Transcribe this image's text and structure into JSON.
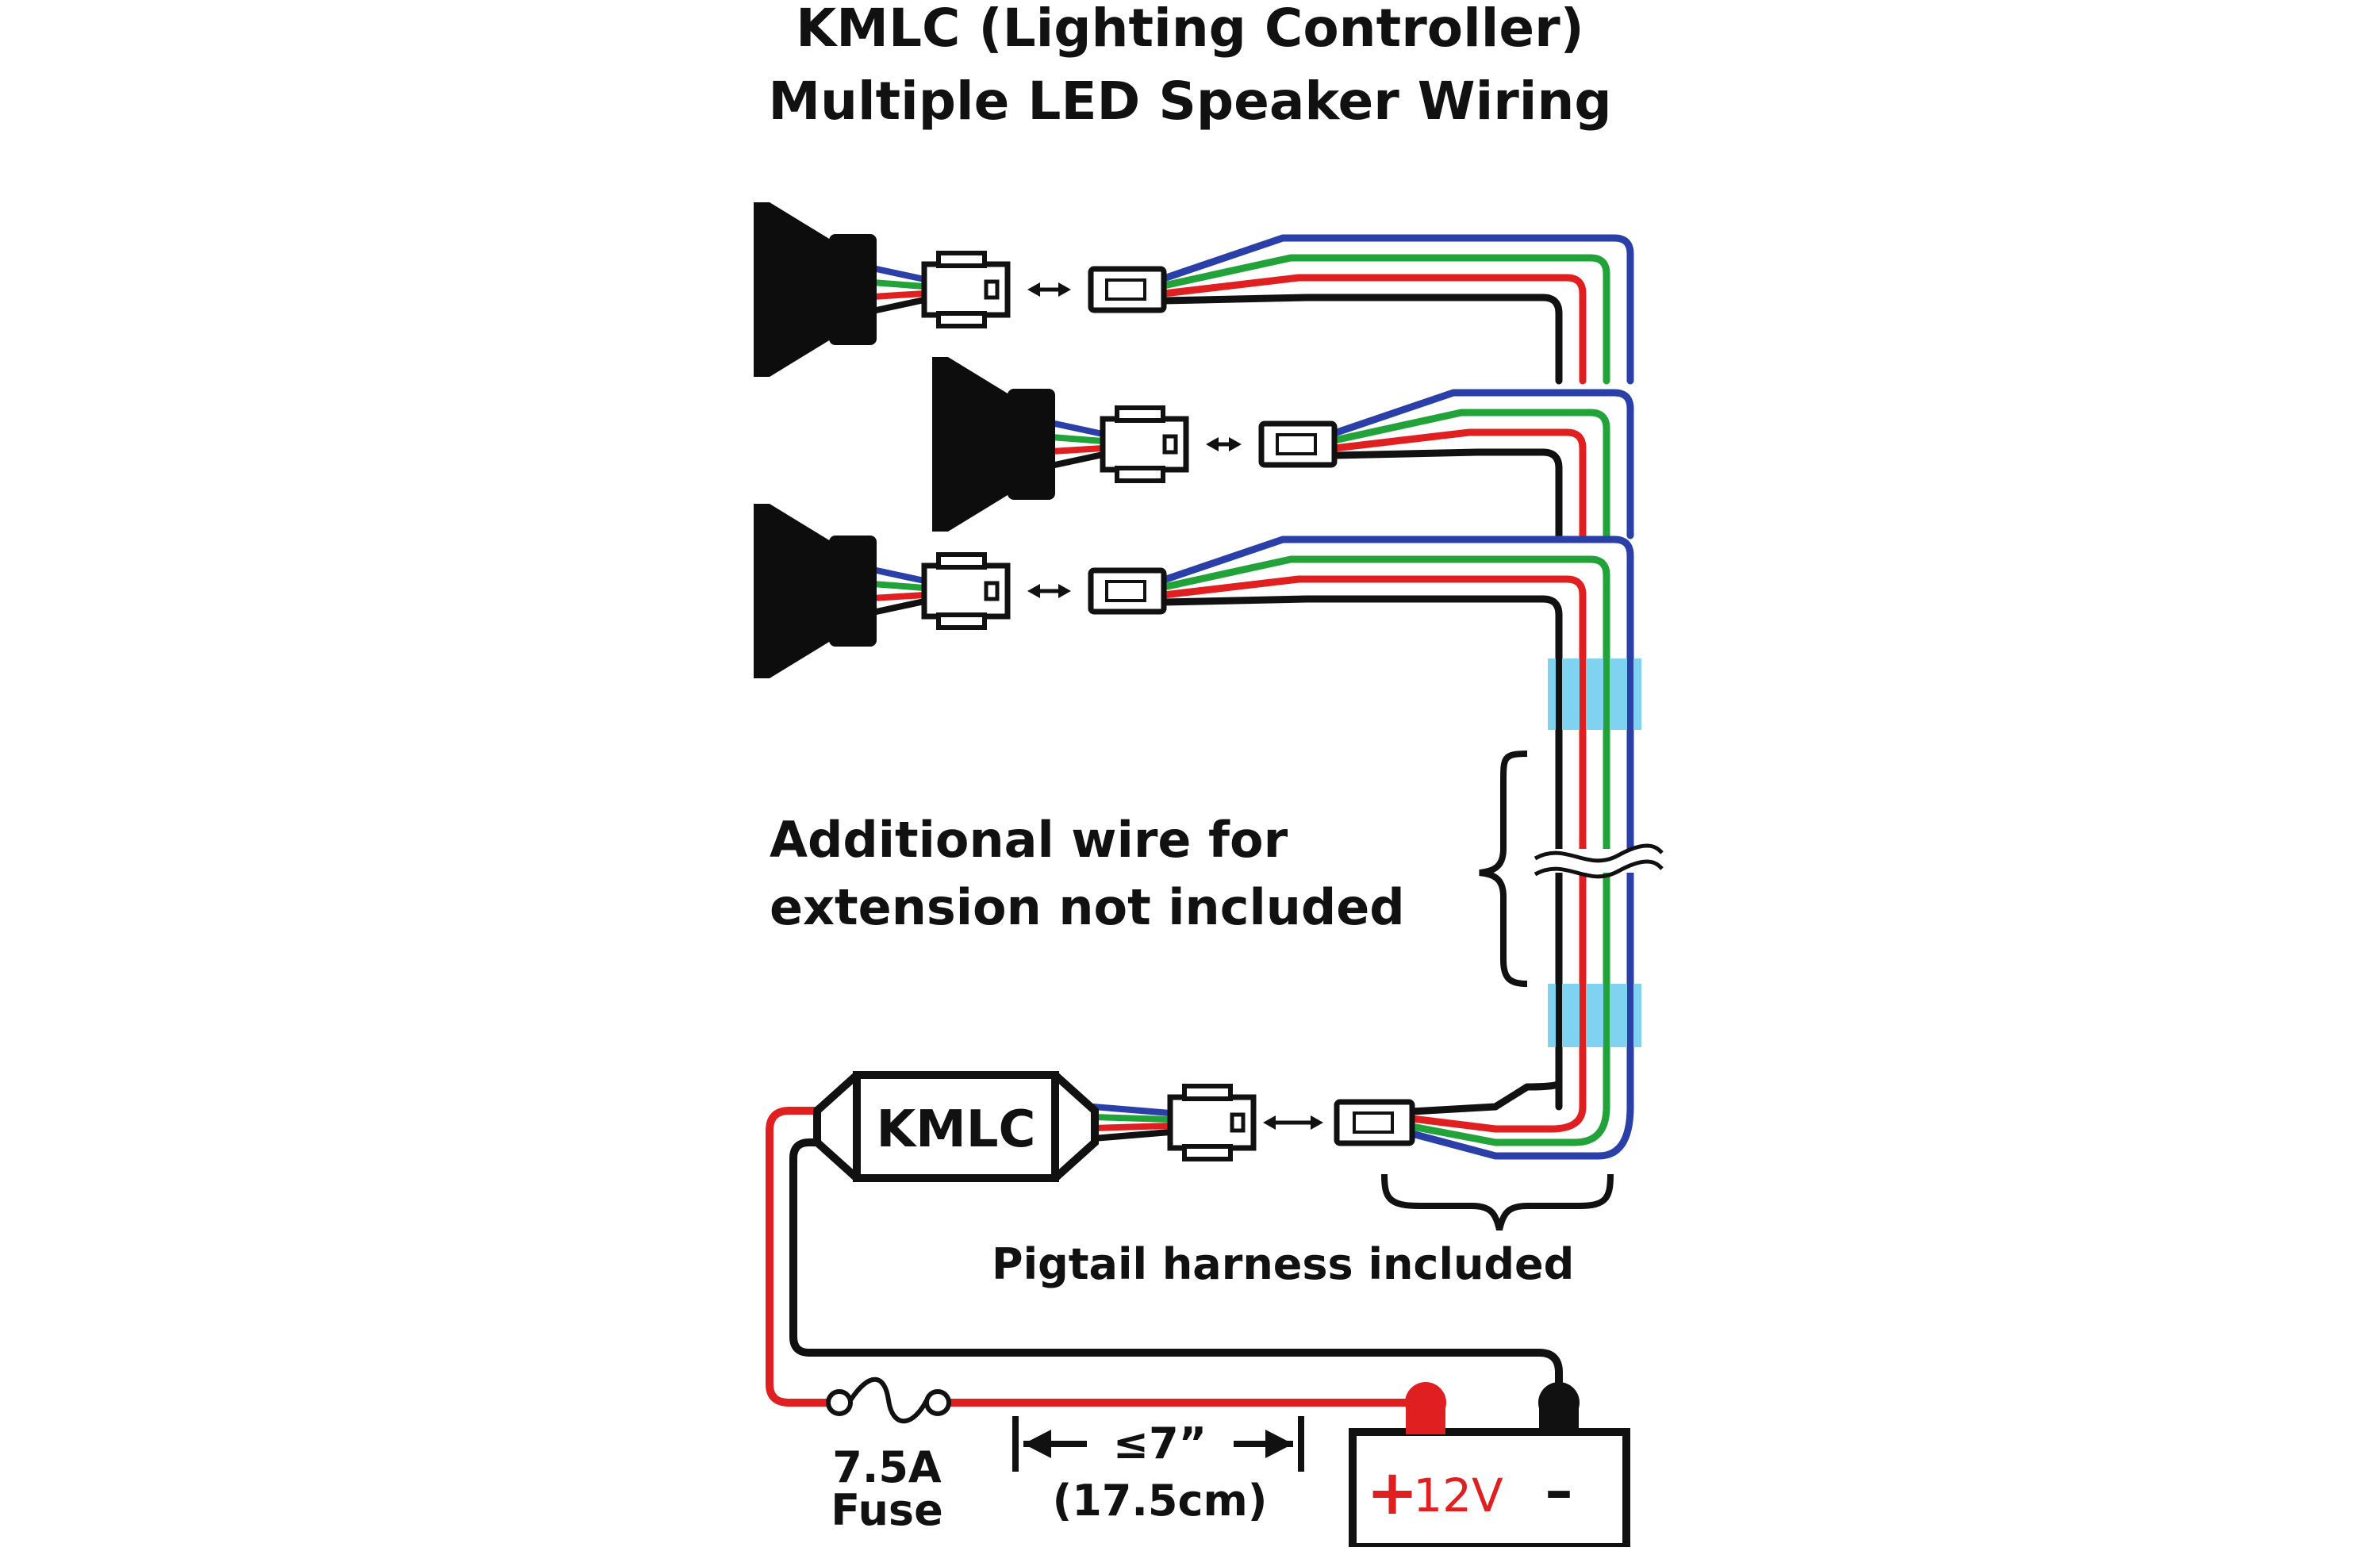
{
  "title": {
    "line1": "KMLC (Lighting Controller)",
    "line2": "Multiple LED Speaker Wiring"
  },
  "labels": {
    "extension_line1": "Additional wire for",
    "extension_line2": "extension not included",
    "pigtail": "Pigtail harness included",
    "controller": "KMLC",
    "fuse_line1": "7.5A",
    "fuse_line2": "Fuse",
    "distance_main": "≤7”",
    "distance_metric": "(17.5cm)",
    "battery_positive": "+",
    "battery_voltage": "12V",
    "battery_negative": "–"
  },
  "colors": {
    "wire_black": "#111111",
    "wire_red": "#e02020",
    "wire_green": "#22a33a",
    "wire_blue": "#2a3fa8",
    "splice": "#7fd3f0",
    "speaker": "#0d0d0d"
  },
  "icons": [
    "speaker-icon",
    "connector-icon",
    "double-arrow-icon",
    "fuse-icon",
    "battery-icon",
    "brace-icon",
    "break-icon"
  ]
}
